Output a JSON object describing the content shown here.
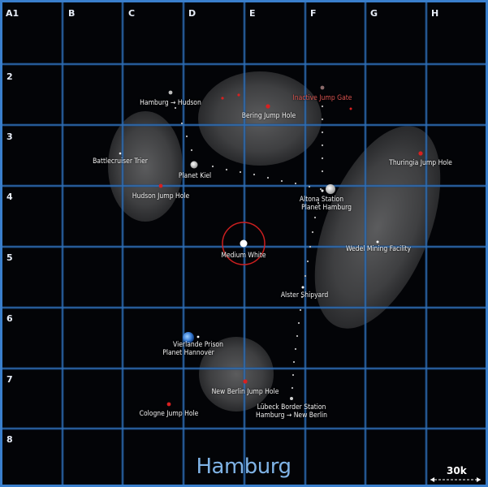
{
  "map": {
    "title": "Hamburg",
    "scale": "30k",
    "columns": [
      "A1",
      "B",
      "C",
      "D",
      "E",
      "F",
      "G",
      "H"
    ],
    "rows": [
      "2",
      "3",
      "4",
      "5",
      "6",
      "7",
      "8"
    ],
    "colors": {
      "grid": "#2f6fb5",
      "title": "#7fb3e6",
      "jump_hole": "#d92020",
      "inactive": "#d9534f",
      "star_ring": "#cc1f1f",
      "nebula": "#9a9a9a"
    },
    "labels": {
      "hamburg_hudson": "Hamburg → Hudson",
      "inactive_gate": "Inactive Jump Gate",
      "bering": "Bering Jump Hole",
      "trier": "Battlecruiser Trier",
      "kiel": "Planet Kiel",
      "thuringia": "Thuringia Jump Hole",
      "hudson": "Hudson Jump Hole",
      "altona": "Altona Station",
      "planet_hamburg": "Planet Hamburg",
      "wedel": "Wedel Mining Facility",
      "medium_white": "Medium White",
      "alster": "Alster Shipyard",
      "vierlande": "Vierlande Prison",
      "hannover": "Planet Hannover",
      "new_berlin": "New Berlin Jump Hole",
      "luebeck": "Lübeck Border Station",
      "hamburg_newberlin": "Hamburg → New Berlin",
      "cologne": "Cologne Jump Hole"
    }
  }
}
